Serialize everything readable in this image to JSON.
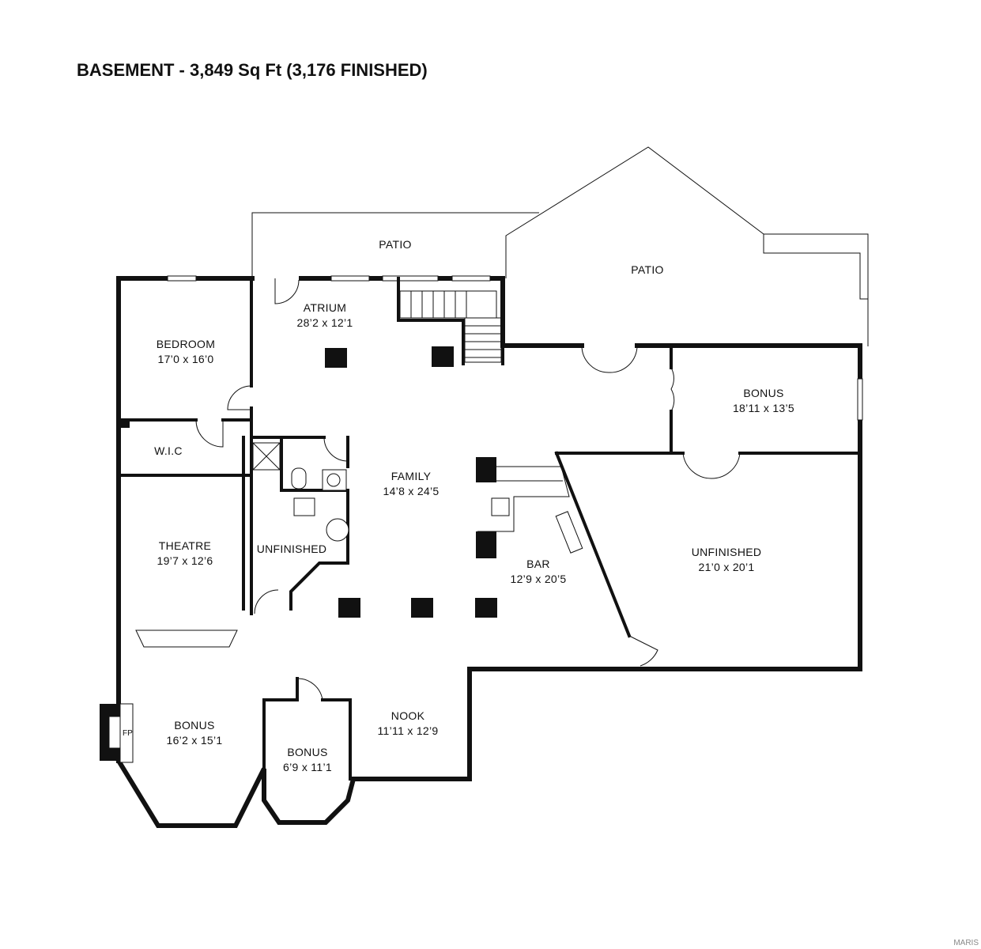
{
  "title": "BASEMENT - 3,849 Sq Ft (3,176 FINISHED)",
  "rooms": [
    {
      "name": "PATIO",
      "dims": ""
    },
    {
      "name": "PATIO",
      "dims": ""
    },
    {
      "name": "ATRIUM",
      "dims": "28’2 x 12’1"
    },
    {
      "name": "BEDROOM",
      "dims": "17’0 x 16’0"
    },
    {
      "name": "W.I.C",
      "dims": ""
    },
    {
      "name": "FAMILY",
      "dims": "14’8 x 24’5"
    },
    {
      "name": "BONUS",
      "dims": "18’11 x 13’5"
    },
    {
      "name": "THEATRE",
      "dims": "19’7 x 12’6"
    },
    {
      "name": "UNFINISHED",
      "dims": ""
    },
    {
      "name": "BAR",
      "dims": "12’9 x 20’5"
    },
    {
      "name": "UNFINISHED",
      "dims": "21’0 x 20’1"
    },
    {
      "name": "BONUS",
      "dims": "16’2 x 15’1"
    },
    {
      "name": "BONUS",
      "dims": "6’9 x 11’1"
    },
    {
      "name": "NOOK",
      "dims": "11’11 x 12’9"
    }
  ],
  "fireplace_label": "FP",
  "watermark": "MARIS"
}
